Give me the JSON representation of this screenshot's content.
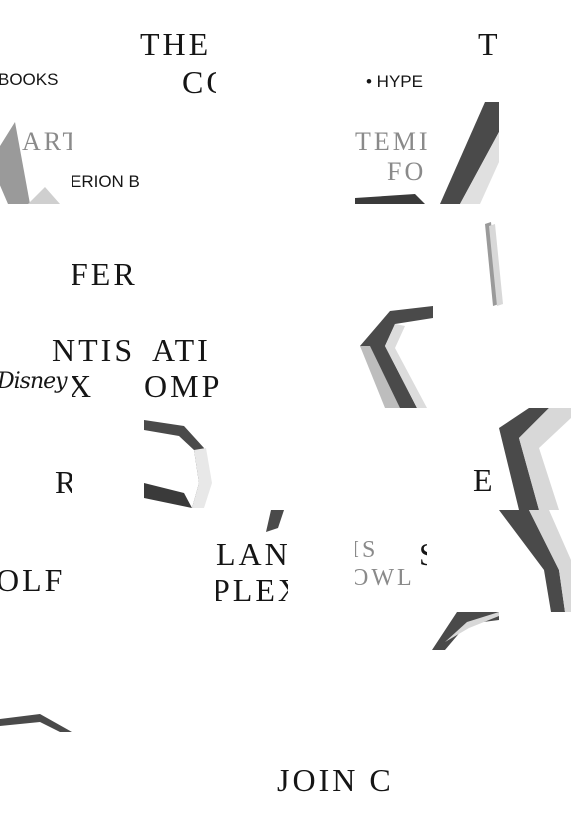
{
  "fragments": {
    "the_1": "THE",
    "co_1": "CO",
    "books": "BOOKS",
    "hype": "• HYPE",
    "t_right": "T",
    "art": "ART",
    "erion_b": "ERION B",
    "temi": "TEMI",
    "fo": "FO",
    "fer": "FER",
    "ntis": "NTIS",
    "ati": "ATI",
    "x": "X",
    "omp": "OMP",
    "disney": "Disney",
    "r_frag": "R",
    "e_frag": "E",
    "olf": "OLF",
    "lan": "LAN",
    "plex": "PLEX",
    "is": "IS",
    "owl": "OWL",
    "s_frag": "S",
    "join_c": "JOIN C"
  },
  "colors": {
    "ink": "#151515",
    "silver_light": "#e6e6e6",
    "silver_mid": "#b5b5b5",
    "silver_dark": "#555555",
    "caption_gray": "#8a8a8a"
  }
}
